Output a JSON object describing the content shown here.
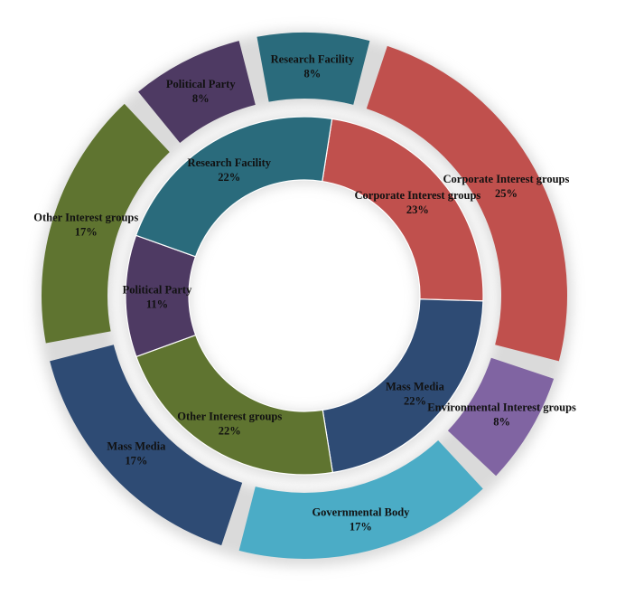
{
  "chart_data": {
    "type": "pie",
    "subtype": "nested-donut",
    "title": "",
    "rings": [
      {
        "ring": "inner",
        "segments": [
          {
            "label": "Corporate Interest groups",
            "value": 23,
            "display": "23%",
            "color": "#c0504d"
          },
          {
            "label": "Mass Media",
            "value": 22,
            "display": "22%",
            "color": "#2e4b74"
          },
          {
            "label": "Other Interest groups",
            "value": 22,
            "display": "22%",
            "color": "#5f7430"
          },
          {
            "label": "Political Party",
            "value": 11,
            "display": "11%",
            "color": "#4e3a63"
          },
          {
            "label": "Research Facility",
            "value": 22,
            "display": "22%",
            "color": "#2a6b7c"
          }
        ]
      },
      {
        "ring": "outer",
        "segments": [
          {
            "label": "Corporate Interest groups",
            "value": 25,
            "display": "25%",
            "color": "#c0504d"
          },
          {
            "label": "Environmental Interest groups",
            "value": 8,
            "display": "8%",
            "color": "#8064a2"
          },
          {
            "label": "Governmental Body",
            "value": 17,
            "display": "17%",
            "color": "#4bacc6"
          },
          {
            "label": "Mass Media",
            "value": 17,
            "display": "17%",
            "color": "#2e4b74"
          },
          {
            "label": "Other Interest groups",
            "value": 17,
            "display": "17%",
            "color": "#5f7430"
          },
          {
            "label": "Political Party",
            "value": 8,
            "display": "8%",
            "color": "#4e3a63"
          },
          {
            "label": "Research Facility",
            "value": 8,
            "display": "8%",
            "color": "#2a6b7c"
          }
        ]
      }
    ]
  }
}
